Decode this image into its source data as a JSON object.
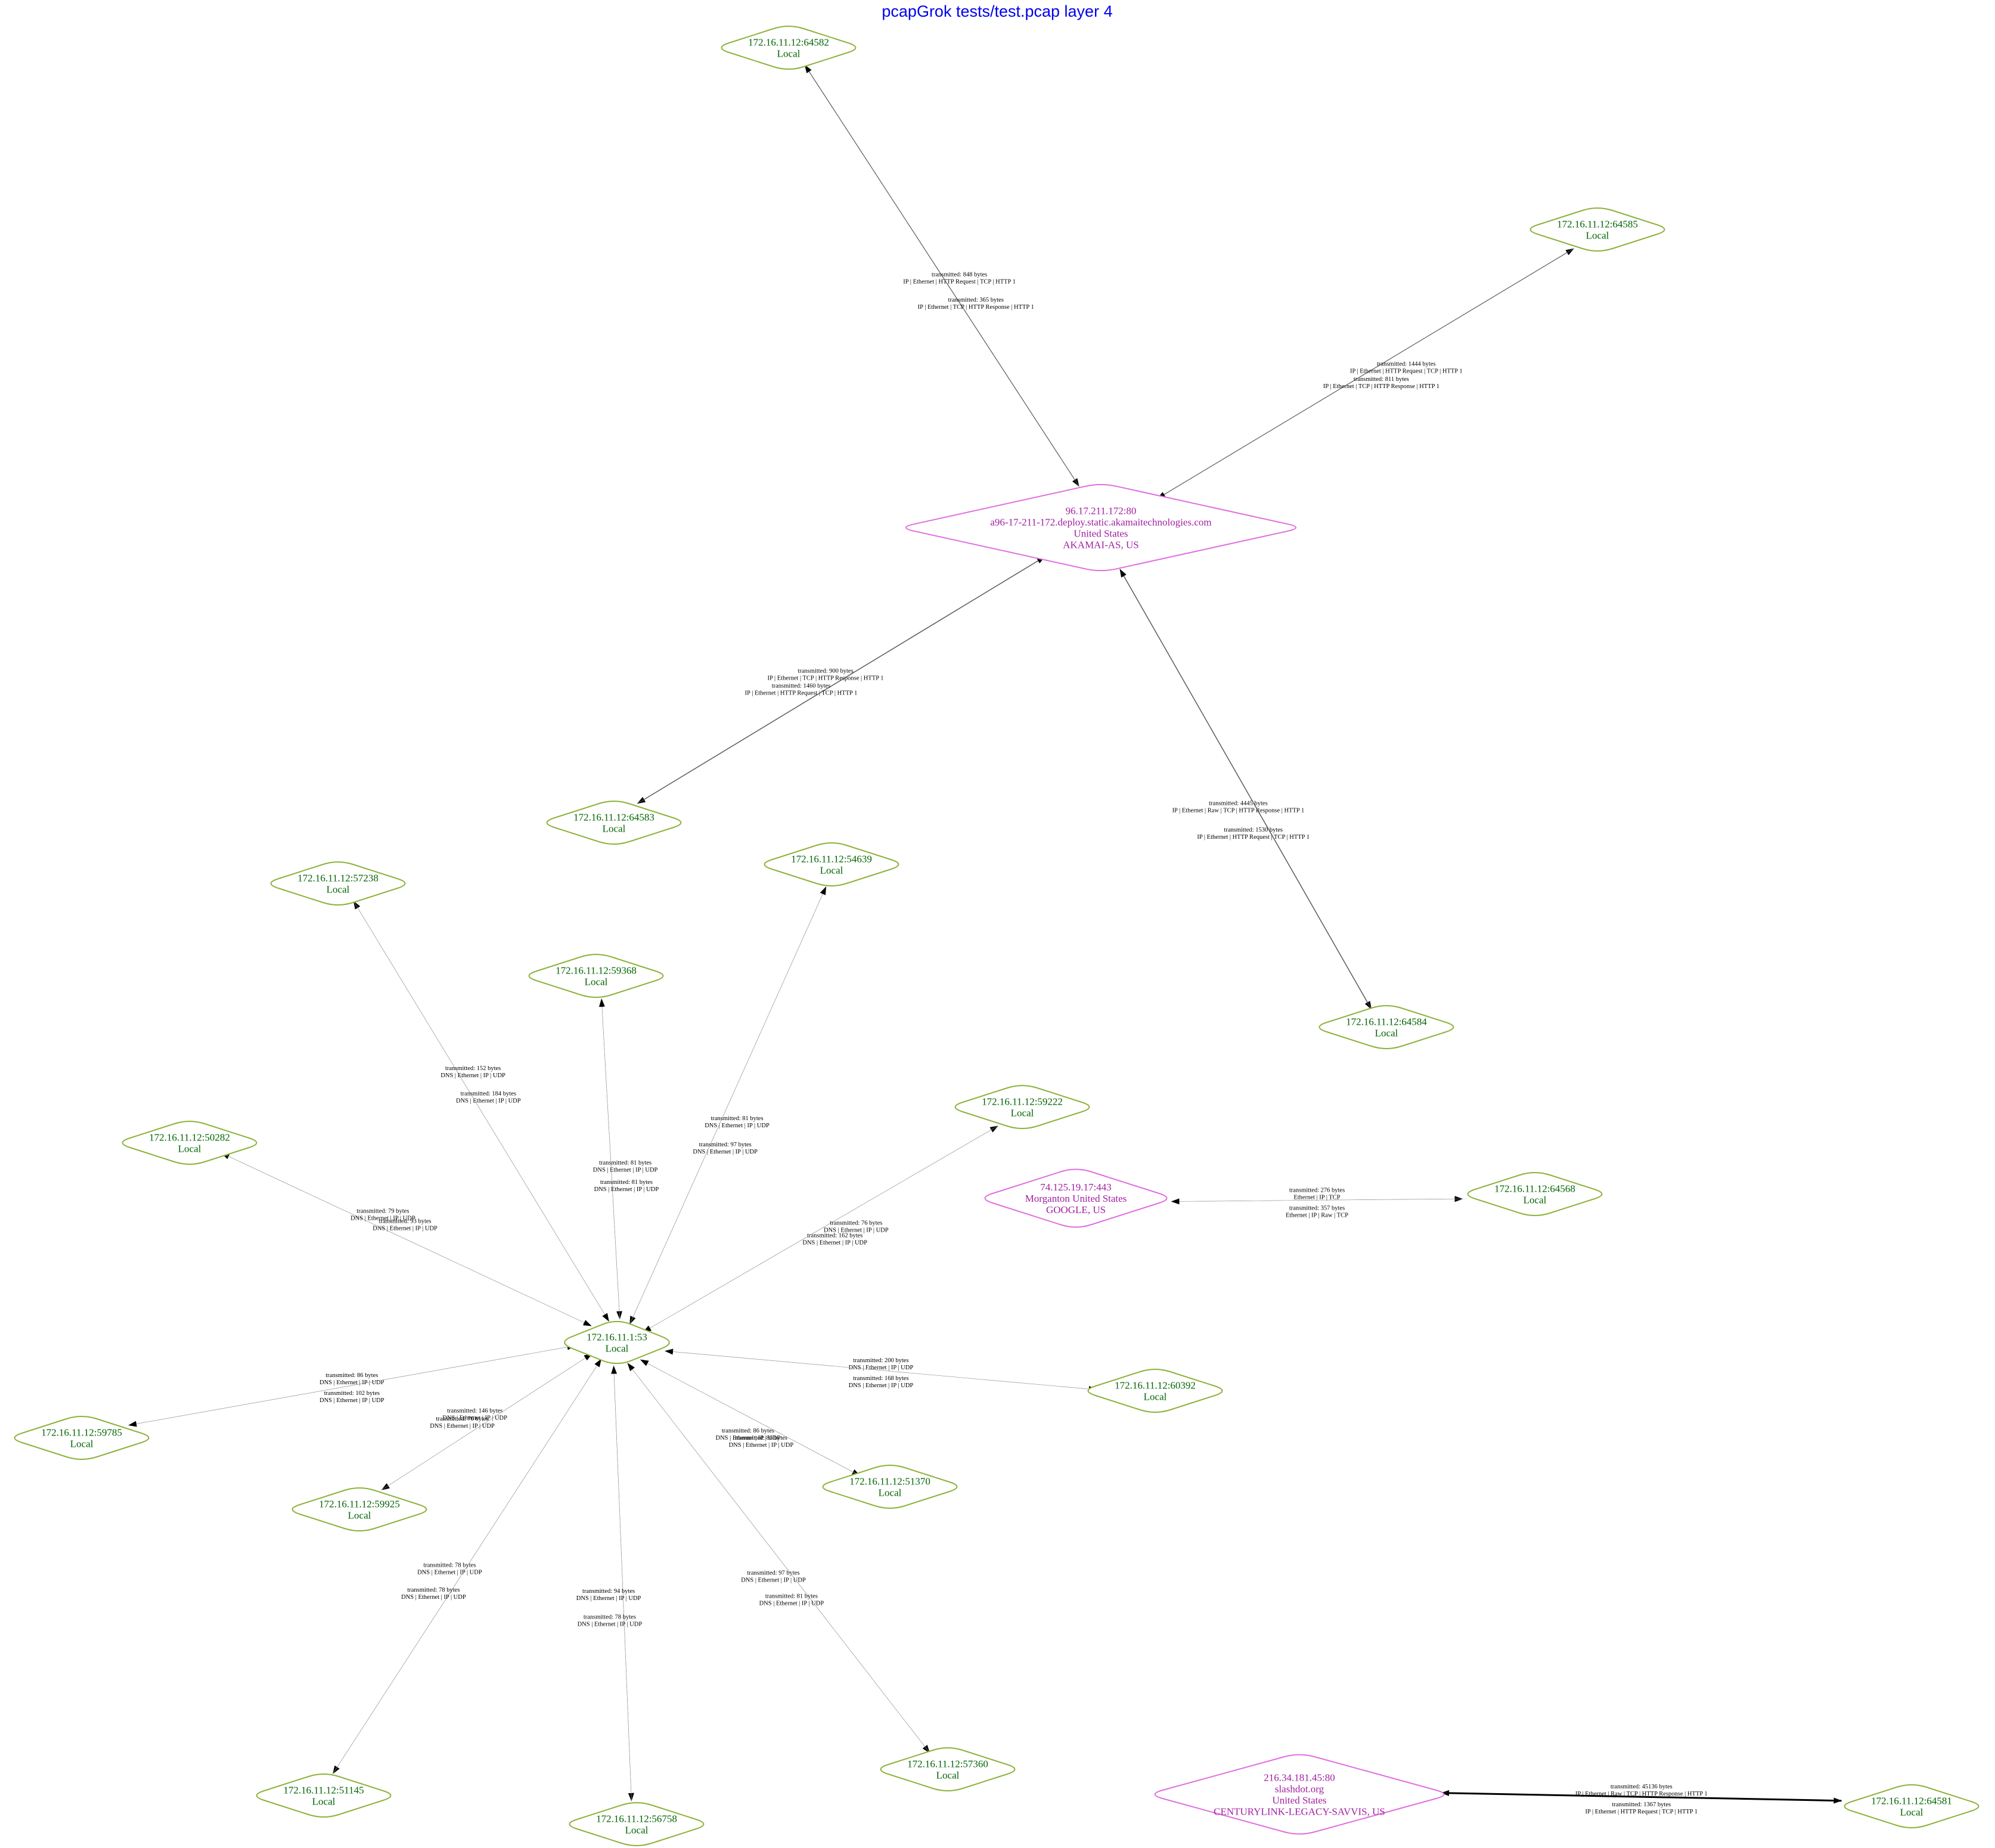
{
  "title": "pcapGrok tests/test.pcap layer 4",
  "colors": {
    "title": "#0000ee",
    "local_stroke": "#8db23a",
    "local_text": "#006400",
    "remote_stroke": "#e06ee0",
    "remote_text": "#a020a0"
  },
  "nodes": [
    {
      "id": "n64582",
      "lines": [
        "172.16.11.12:64582",
        "Local"
      ],
      "kind": "local"
    },
    {
      "id": "n64585",
      "lines": [
        "172.16.11.12:64585",
        "Local"
      ],
      "kind": "local"
    },
    {
      "id": "akamai",
      "lines": [
        "96.17.211.172:80",
        "a96-17-211-172.deploy.static.akamaitechnologies.com",
        "United States",
        "AKAMAI-AS, US"
      ],
      "kind": "remote"
    },
    {
      "id": "n64583",
      "lines": [
        "172.16.11.12:64583",
        "Local"
      ],
      "kind": "local"
    },
    {
      "id": "n64584",
      "lines": [
        "172.16.11.12:64584",
        "Local"
      ],
      "kind": "local"
    },
    {
      "id": "n57238",
      "lines": [
        "172.16.11.12:57238",
        "Local"
      ],
      "kind": "local"
    },
    {
      "id": "n54639",
      "lines": [
        "172.16.11.12:54639",
        "Local"
      ],
      "kind": "local"
    },
    {
      "id": "n59368",
      "lines": [
        "172.16.11.12:59368",
        "Local"
      ],
      "kind": "local"
    },
    {
      "id": "n59222",
      "lines": [
        "172.16.11.12:59222",
        "Local"
      ],
      "kind": "local"
    },
    {
      "id": "n50282",
      "lines": [
        "172.16.11.12:50282",
        "Local"
      ],
      "kind": "local"
    },
    {
      "id": "google",
      "lines": [
        "74.125.19.17:443",
        "Morganton United States",
        "GOOGLE, US"
      ],
      "kind": "remote"
    },
    {
      "id": "n64568",
      "lines": [
        "172.16.11.12:64568",
        "Local"
      ],
      "kind": "local"
    },
    {
      "id": "dns",
      "lines": [
        "172.16.11.1:53",
        "Local"
      ],
      "kind": "local"
    },
    {
      "id": "n60392",
      "lines": [
        "172.16.11.12:60392",
        "Local"
      ],
      "kind": "local"
    },
    {
      "id": "n59785",
      "lines": [
        "172.16.11.12:59785",
        "Local"
      ],
      "kind": "local"
    },
    {
      "id": "n51370",
      "lines": [
        "172.16.11.12:51370",
        "Local"
      ],
      "kind": "local"
    },
    {
      "id": "n59925",
      "lines": [
        "172.16.11.12:59925",
        "Local"
      ],
      "kind": "local"
    },
    {
      "id": "n51145",
      "lines": [
        "172.16.11.12:51145",
        "Local"
      ],
      "kind": "local"
    },
    {
      "id": "n56758",
      "lines": [
        "172.16.11.12:56758",
        "Local"
      ],
      "kind": "local"
    },
    {
      "id": "n57360",
      "lines": [
        "172.16.11.12:57360",
        "Local"
      ],
      "kind": "local"
    },
    {
      "id": "slashdot",
      "lines": [
        "216.34.181.45:80",
        "slashdot.org",
        "United States",
        "CENTURYLINK-LEGACY-SAVVIS, US"
      ],
      "kind": "remote"
    },
    {
      "id": "n64581",
      "lines": [
        "172.16.11.12:64581",
        "Local"
      ],
      "kind": "local"
    }
  ],
  "edges": [
    {
      "from": "n64582",
      "to": "akamai",
      "label": [
        "transmitted: 848 bytes",
        "IP | Ethernet | HTTP Request | TCP | HTTP 1"
      ],
      "weight": 1
    },
    {
      "from": "akamai",
      "to": "n64582",
      "label": [
        "transmitted: 365 bytes",
        "IP | Ethernet | TCP | HTTP Response | HTTP 1"
      ],
      "weight": 1
    },
    {
      "from": "akamai",
      "to": "n64585",
      "label": [
        "transmitted: 811 bytes",
        "IP | Ethernet | TCP | HTTP Response | HTTP 1"
      ],
      "weight": 1
    },
    {
      "from": "n64585",
      "to": "akamai",
      "label": [
        "transmitted: 1444 bytes",
        "IP | Ethernet | HTTP Request | TCP | HTTP 1"
      ],
      "weight": 1
    },
    {
      "from": "akamai",
      "to": "n64583",
      "label": [
        "transmitted: 900 bytes",
        "IP | Ethernet | TCP | HTTP Response | HTTP 1"
      ],
      "weight": 1.4
    },
    {
      "from": "n64583",
      "to": "akamai",
      "label": [
        "transmitted: 1460 bytes",
        "IP | Ethernet | HTTP Request | TCP | HTTP 1"
      ],
      "weight": 1
    },
    {
      "from": "akamai",
      "to": "n64584",
      "label": [
        "transmitted: 4445 bytes",
        "IP | Ethernet | Raw | TCP | HTTP Response | HTTP 1"
      ],
      "weight": 1.4
    },
    {
      "from": "n64584",
      "to": "akamai",
      "label": [
        "transmitted: 1530 bytes",
        "IP | Ethernet | HTTP Request | TCP | HTTP 1"
      ],
      "weight": 1
    },
    {
      "from": "dns",
      "to": "n57238",
      "label": [
        "transmitted: 184 bytes",
        "DNS | Ethernet | IP | UDP"
      ],
      "weight": 0.6
    },
    {
      "from": "n57238",
      "to": "dns",
      "label": [
        "transmitted: 152 bytes",
        "DNS | Ethernet | IP | UDP"
      ],
      "weight": 0.6
    },
    {
      "from": "n59368",
      "to": "dns",
      "label": [
        "transmitted: 81 bytes",
        "DNS | Ethernet | IP | UDP"
      ],
      "weight": 0.6
    },
    {
      "from": "dns",
      "to": "n59368",
      "label": [
        "transmitted: 81 bytes",
        "DNS | Ethernet | IP | UDP"
      ],
      "weight": 0.6
    },
    {
      "from": "n54639",
      "to": "dns",
      "label": [
        "transmitted: 81 bytes",
        "DNS | Ethernet | IP | UDP"
      ],
      "weight": 0.6
    },
    {
      "from": "dns",
      "to": "n54639",
      "label": [
        "transmitted: 97 bytes",
        "DNS | Ethernet | IP | UDP"
      ],
      "weight": 0.6
    },
    {
      "from": "dns",
      "to": "n59222",
      "label": [
        "transmitted: 162 bytes",
        "DNS | Ethernet | IP | UDP"
      ],
      "weight": 0.6
    },
    {
      "from": "n59222",
      "to": "dns",
      "label": [
        "transmitted: 76 bytes",
        "DNS | Ethernet | IP | UDP"
      ],
      "weight": 0.6
    },
    {
      "from": "dns",
      "to": "n50282",
      "label": [
        "transmitted: 93 bytes",
        "DNS | Ethernet | IP | UDP"
      ],
      "weight": 0.6
    },
    {
      "from": "n50282",
      "to": "dns",
      "label": [
        "transmitted: 79 bytes",
        "DNS | Ethernet | IP | UDP"
      ],
      "weight": 0.6
    },
    {
      "from": "google",
      "to": "n64568",
      "label": [
        "transmitted: 276 bytes",
        "Ethernet | IP | TCP"
      ],
      "weight": 0.6
    },
    {
      "from": "n64568",
      "to": "google",
      "label": [
        "transmitted: 357 bytes",
        "Ethernet | IP | Raw | TCP"
      ],
      "weight": 0.6
    },
    {
      "from": "dns",
      "to": "n60392",
      "label": [
        "transmitted: 200 bytes",
        "DNS | Ethernet | IP | UDP"
      ],
      "weight": 0.6
    },
    {
      "from": "n60392",
      "to": "dns",
      "label": [
        "transmitted: 168 bytes",
        "DNS | Ethernet | IP | UDP"
      ],
      "weight": 0.6
    },
    {
      "from": "n59785",
      "to": "dns",
      "label": [
        "transmitted: 86 bytes",
        "DNS | Ethernet | IP | UDP"
      ],
      "weight": 0.6
    },
    {
      "from": "dns",
      "to": "n59785",
      "label": [
        "transmitted: 102 bytes",
        "DNS | Ethernet | IP | UDP"
      ],
      "weight": 0.6
    },
    {
      "from": "dns",
      "to": "n51370",
      "label": [
        "transmitted: 86 bytes",
        "DNS | Ethernet | IP | UDP"
      ],
      "weight": 0.6
    },
    {
      "from": "n51370",
      "to": "dns",
      "label": [
        "transmitted: 86 bytes",
        "DNS | Ethernet | IP | UDP"
      ],
      "weight": 0.6
    },
    {
      "from": "dns",
      "to": "n59925",
      "label": [
        "transmitted: 146 bytes",
        "DNS | Ethernet | IP | UDP"
      ],
      "weight": 0.6
    },
    {
      "from": "n59925",
      "to": "dns",
      "label": [
        "transmitted: 76 bytes",
        "DNS | Ethernet | IP | UDP"
      ],
      "weight": 0.6
    },
    {
      "from": "dns",
      "to": "n51145",
      "label": [
        "transmitted: 78 bytes",
        "DNS | Ethernet | IP | UDP"
      ],
      "weight": 0.6
    },
    {
      "from": "n51145",
      "to": "dns",
      "label": [
        "transmitted: 78 bytes",
        "DNS | Ethernet | IP | UDP"
      ],
      "weight": 0.6
    },
    {
      "from": "dns",
      "to": "n56758",
      "label": [
        "transmitted: 94 bytes",
        "DNS | Ethernet | IP | UDP"
      ],
      "weight": 0.6
    },
    {
      "from": "n56758",
      "to": "dns",
      "label": [
        "transmitted: 78 bytes",
        "DNS | Ethernet | IP | UDP"
      ],
      "weight": 0.6
    },
    {
      "from": "dns",
      "to": "n57360",
      "label": [
        "transmitted: 97 bytes",
        "DNS | Ethernet | IP | UDP"
      ],
      "weight": 0.6
    },
    {
      "from": "n57360",
      "to": "dns",
      "label": [
        "transmitted: 81 bytes",
        "DNS | Ethernet | IP | UDP"
      ],
      "weight": 0.6
    },
    {
      "from": "slashdot",
      "to": "n64581",
      "label": [
        "transmitted: 45136 bytes",
        "IP | Ethernet | Raw | TCP | HTTP Response | HTTP 1"
      ],
      "weight": 3
    },
    {
      "from": "n64581",
      "to": "slashdot",
      "label": [
        "transmitted: 1367 bytes",
        "IP | Ethernet | HTTP Request | TCP | HTTP 1"
      ],
      "weight": 2
    }
  ]
}
